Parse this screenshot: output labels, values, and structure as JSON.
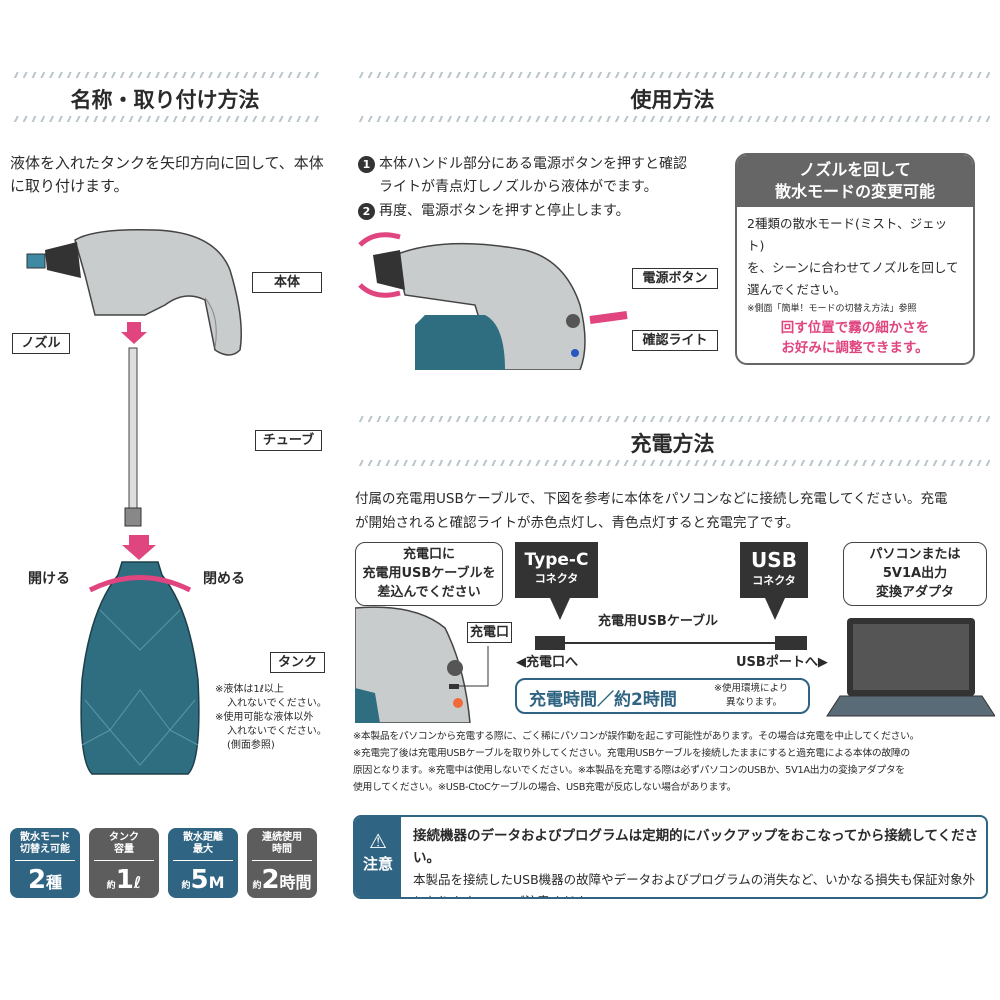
{
  "left": {
    "title": "名称・取り付け方法",
    "intro": [
      "液体を入れたタンクを矢印方向に回して、本体",
      "に取り付けます。"
    ],
    "labels": {
      "body": "本体",
      "nozzle": "ノズル",
      "tube": "チューブ",
      "tank": "タンク",
      "open": "開ける",
      "close": "閉める"
    },
    "notes": [
      "※液体は1ℓ以上",
      "入れないでください。",
      "※使用可能な液体以外",
      "入れないでください。",
      "(側面参照)"
    ],
    "specs": [
      {
        "label": [
          "散水モード",
          "切替え可能"
        ],
        "prefix": "",
        "value": "2",
        "unit": "種"
      },
      {
        "label": [
          "タンク",
          "容量"
        ],
        "prefix": "約",
        "value": "1",
        "unit": "ℓ"
      },
      {
        "label": [
          "散水距離",
          "最大"
        ],
        "prefix": "約",
        "value": "5",
        "unit": "M"
      },
      {
        "label": [
          "連続使用",
          "時間"
        ],
        "prefix": "約",
        "value": "2",
        "unit": "時間"
      }
    ]
  },
  "usage": {
    "title": "使用方法",
    "steps": [
      {
        "num": "1",
        "lines": [
          "本体ハンドル部分にある電源ボタンを押すと確認",
          "ライトが青点灯しノズルから液体がでます。"
        ]
      },
      {
        "num": "2",
        "lines": [
          "再度、電源ボタンを押すと停止します。"
        ]
      }
    ],
    "labels": {
      "power": "電源ボタン",
      "light": "確認ライト"
    },
    "box": {
      "title": [
        "ノズルを回して",
        "散水モードの変更可能"
      ],
      "body": [
        "2種類の散水モード(ミスト、ジェット)",
        "を、シーンに合わせてノズルを回して",
        "選んでください。"
      ],
      "ref": "※側面「簡単！モードの切替え方法」参照",
      "highlight": [
        "回す位置で霧の細かさを",
        "お好みに調整できます。"
      ]
    }
  },
  "charge": {
    "title": "充電方法",
    "intro": [
      "付属の充電用USBケーブルで、下図を参考に本体をパソコンなどに接続し充電してください。充電",
      "が開始されると確認ライトが赤色点灯し、青色点灯すると充電完了です。"
    ],
    "callout_left": [
      "充電口に",
      "充電用USBケーブルを",
      "差込んでください"
    ],
    "typec": {
      "title": "Type-C",
      "sub": "コネクタ"
    },
    "usb": {
      "title": "USB",
      "sub": "コネクタ"
    },
    "callout_right": [
      "パソコンまたは",
      "5V1A出力",
      "変換アダプタ"
    ],
    "cable": "充電用USBケーブル",
    "port_label": "充電口",
    "to_port": "◀充電口へ",
    "to_usb": "USBポートへ▶",
    "time": "充電時間／約2時間",
    "time_note": [
      "※使用環境により",
      "異なります。"
    ],
    "notes": [
      "※本製品をパソコンから充電する際に、ごく稀にパソコンが誤作動を起こす可能性があります。その場合は充電を中止してください。",
      "※充電完了後は充電用USBケーブルを取り外してください。充電用USBケーブルを接続したままにすると過充電による本体の故障の",
      "原因となります。※充電中は使用しないでください。※本製品を充電する際は必ずパソコンのUSBか、5V1A出力の変換アダプタを",
      "使用してください。※USB-CtoCケーブルの場合、USB充電が反応しない場合があります。"
    ]
  },
  "caution": {
    "label": "注意",
    "headline": "接続機器のデータおよびプログラムは定期的にバックアップをおこなってから接続してください。",
    "body": [
      "本製品を接続したUSB機器の故障やデータおよびプログラムの消失など、いかなる損失も保証対象外",
      "となりますので、ご注意ください。"
    ]
  }
}
